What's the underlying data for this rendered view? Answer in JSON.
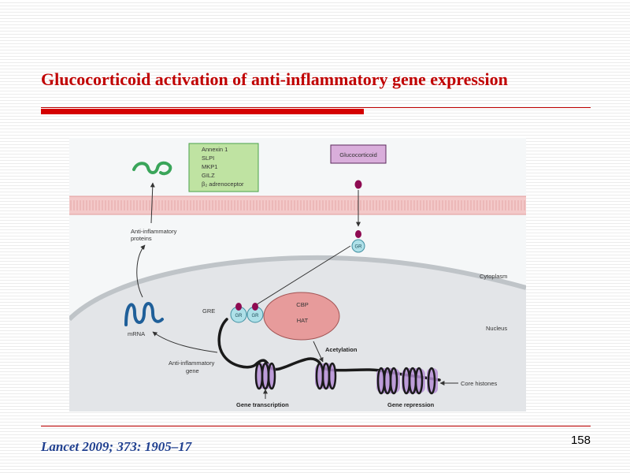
{
  "slide": {
    "title": "Glucocorticoid activation of anti-inflammatory gene expression",
    "citation": "Lancet 2009; 373: 1905–17",
    "page_number": "158"
  },
  "diagram": {
    "protein_list": [
      "Annexin 1",
      "SLPI",
      "MKP1",
      "GILZ",
      "β₂ adrenoceptor"
    ],
    "glucocorticoid_label": "Glucocorticoid",
    "anti_inflammatory_proteins_label": [
      "Anti-inflammatory",
      "proteins"
    ],
    "receptor_label": "GR",
    "cytoplasm_label": "Cytoplasm",
    "nucleus_label": "Nucleus",
    "gre_label": "GRE",
    "cbp_label": "CBP",
    "hat_label": "HAT",
    "mrna_label": "mRNA",
    "acetylation_label": "Acetylation",
    "anti_inflammatory_gene_label": [
      "Anti-inflammatory",
      "gene"
    ],
    "core_histones_label": "Core histones",
    "gene_transcription_label": "Gene transcription",
    "gene_repression_label": "Gene repression",
    "colors": {
      "membrane": "#f3c9c9",
      "cytoplasm_bg": "#f5f7f8",
      "nucleus": "#e3e5e8",
      "receptor": "#aee0e8",
      "ligand": "#8e0b52",
      "cbp": "#e79b9b",
      "histone": "#b68fd6",
      "protein": "#3aa55a",
      "mrna": "#1f5f99",
      "list_box": "#bfe3a2",
      "gc_box": "#d9aedb"
    }
  }
}
